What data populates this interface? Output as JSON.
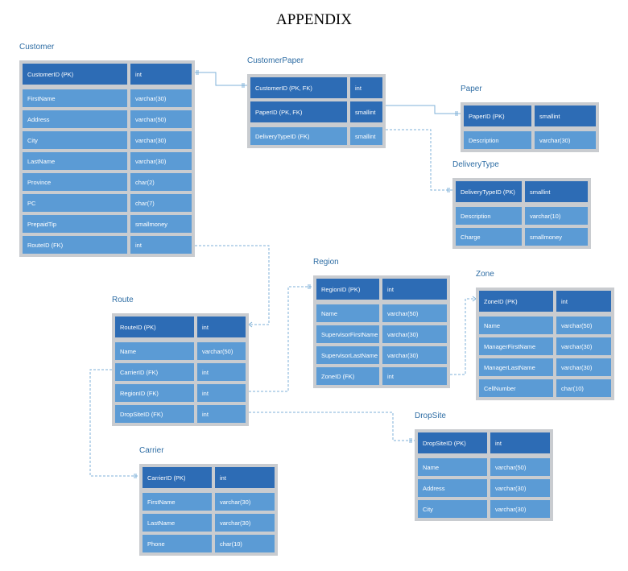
{
  "title": "APPENDIX",
  "entities": {
    "customer": {
      "name": "Customer",
      "header": {
        "field": "CustomerID (PK)",
        "type": "int"
      },
      "fields": [
        {
          "field": "FirstName",
          "type": "varchar(30)"
        },
        {
          "field": "Address",
          "type": "varchar(50)"
        },
        {
          "field": "City",
          "type": "varchar(30)"
        },
        {
          "field": "LastName",
          "type": "varchar(30)"
        },
        {
          "field": "Province",
          "type": "char(2)"
        },
        {
          "field": "PC",
          "type": "char(7)"
        },
        {
          "field": "PrepaidTip",
          "type": "smallmoney"
        },
        {
          "field": "RouteID (FK)",
          "type": "int"
        }
      ]
    },
    "customerpaper": {
      "name": "CustomerPaper",
      "header": [
        {
          "field": "CustomerID (PK, FK)",
          "type": "int"
        },
        {
          "field": "PaperID (PK, FK)",
          "type": "smallint"
        }
      ],
      "fields": [
        {
          "field": "DeliveryTypeID (FK)",
          "type": "smallint"
        }
      ]
    },
    "paper": {
      "name": "Paper",
      "header": {
        "field": "PaperID (PK)",
        "type": "smallint"
      },
      "fields": [
        {
          "field": "Description",
          "type": "varchar(30)"
        }
      ]
    },
    "deliverytype": {
      "name": "DeliveryType",
      "header": {
        "field": "DeliveryTypeID (PK)",
        "type": "smallint"
      },
      "fields": [
        {
          "field": "Description",
          "type": "varchar(10)"
        },
        {
          "field": "Charge",
          "type": "smallmoney"
        }
      ]
    },
    "region": {
      "name": "Region",
      "header": {
        "field": "RegionID (PK)",
        "type": "int"
      },
      "fields": [
        {
          "field": "Name",
          "type": "varchar(50)"
        },
        {
          "field": "SupervisorFirstName",
          "type": "varchar(30)"
        },
        {
          "field": "SupervisorLastName",
          "type": "varchar(30)"
        },
        {
          "field": "ZoneID (FK)",
          "type": "int"
        }
      ]
    },
    "zone": {
      "name": "Zone",
      "header": {
        "field": "ZoneID (PK)",
        "type": "int"
      },
      "fields": [
        {
          "field": "Name",
          "type": "varchar(50)"
        },
        {
          "field": "ManagerFirstName",
          "type": "varchar(30)"
        },
        {
          "field": "ManagerLastName",
          "type": "varchar(30)"
        },
        {
          "field": "CellNumber",
          "type": "char(10)"
        }
      ]
    },
    "route": {
      "name": "Route",
      "header": {
        "field": "RouteID (PK)",
        "type": "int"
      },
      "fields": [
        {
          "field": "Name",
          "type": "varchar(50)"
        },
        {
          "field": "CarrierID (FK)",
          "type": "int"
        },
        {
          "field": "RegionID (FK)",
          "type": "int"
        },
        {
          "field": "DropSiteID (FK)",
          "type": "int"
        }
      ]
    },
    "dropsite": {
      "name": "DropSite",
      "header": {
        "field": "DropSiteID (PK)",
        "type": "int"
      },
      "fields": [
        {
          "field": "Name",
          "type": "varchar(50)"
        },
        {
          "field": "Address",
          "type": "varchar(30)"
        },
        {
          "field": "City",
          "type": "varchar(30)"
        }
      ]
    },
    "carrier": {
      "name": "Carrier",
      "header": {
        "field": "CarrierID (PK)",
        "type": "int"
      },
      "fields": [
        {
          "field": "FirstName",
          "type": "varchar(30)"
        },
        {
          "field": "LastName",
          "type": "varchar(30)"
        },
        {
          "field": "Phone",
          "type": "char(10)"
        }
      ]
    }
  },
  "colors": {
    "key_row": "#2d6cb5",
    "field_row": "#5b9bd5",
    "table_frame": "#c9ccd0",
    "entity_title": "#2e6da4",
    "connector": "#7fb2d8"
  }
}
